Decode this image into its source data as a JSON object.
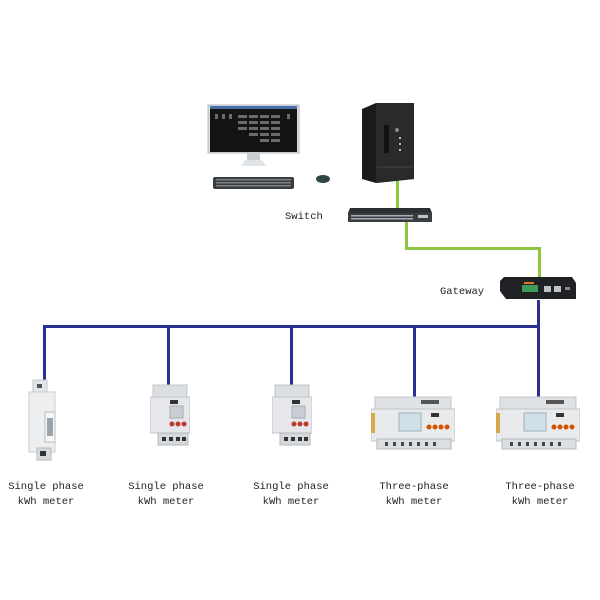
{
  "diagram": {
    "title": "",
    "colors": {
      "ethernet_link": "#8dc63f",
      "rs485_bus": "#2b2f8f"
    },
    "devices": {
      "workstation": {
        "name": "Workstation (monitor, keyboard, mouse)"
      },
      "server": {
        "name": "Server tower"
      },
      "switch": {
        "label": "Switch"
      },
      "gateway": {
        "label": "Gateway"
      }
    },
    "meters": [
      {
        "line1": "Single phase",
        "line2": "kWh meter",
        "type": "single-din-narrow"
      },
      {
        "line1": "Single phase",
        "line2": "kWh meter",
        "type": "single-din"
      },
      {
        "line1": "Single phase",
        "line2": "kWh meter",
        "type": "single-din"
      },
      {
        "line1": "Three-phase",
        "line2": "kWh meter",
        "type": "three-phase"
      },
      {
        "line1": "Three-phase",
        "line2": "kWh meter",
        "type": "three-phase"
      }
    ],
    "connections": [
      {
        "from": "server",
        "to": "switch",
        "medium": "ethernet"
      },
      {
        "from": "switch",
        "to": "gateway",
        "medium": "ethernet"
      },
      {
        "from": "gateway",
        "to": "meter-bus",
        "medium": "rs485"
      }
    ]
  }
}
